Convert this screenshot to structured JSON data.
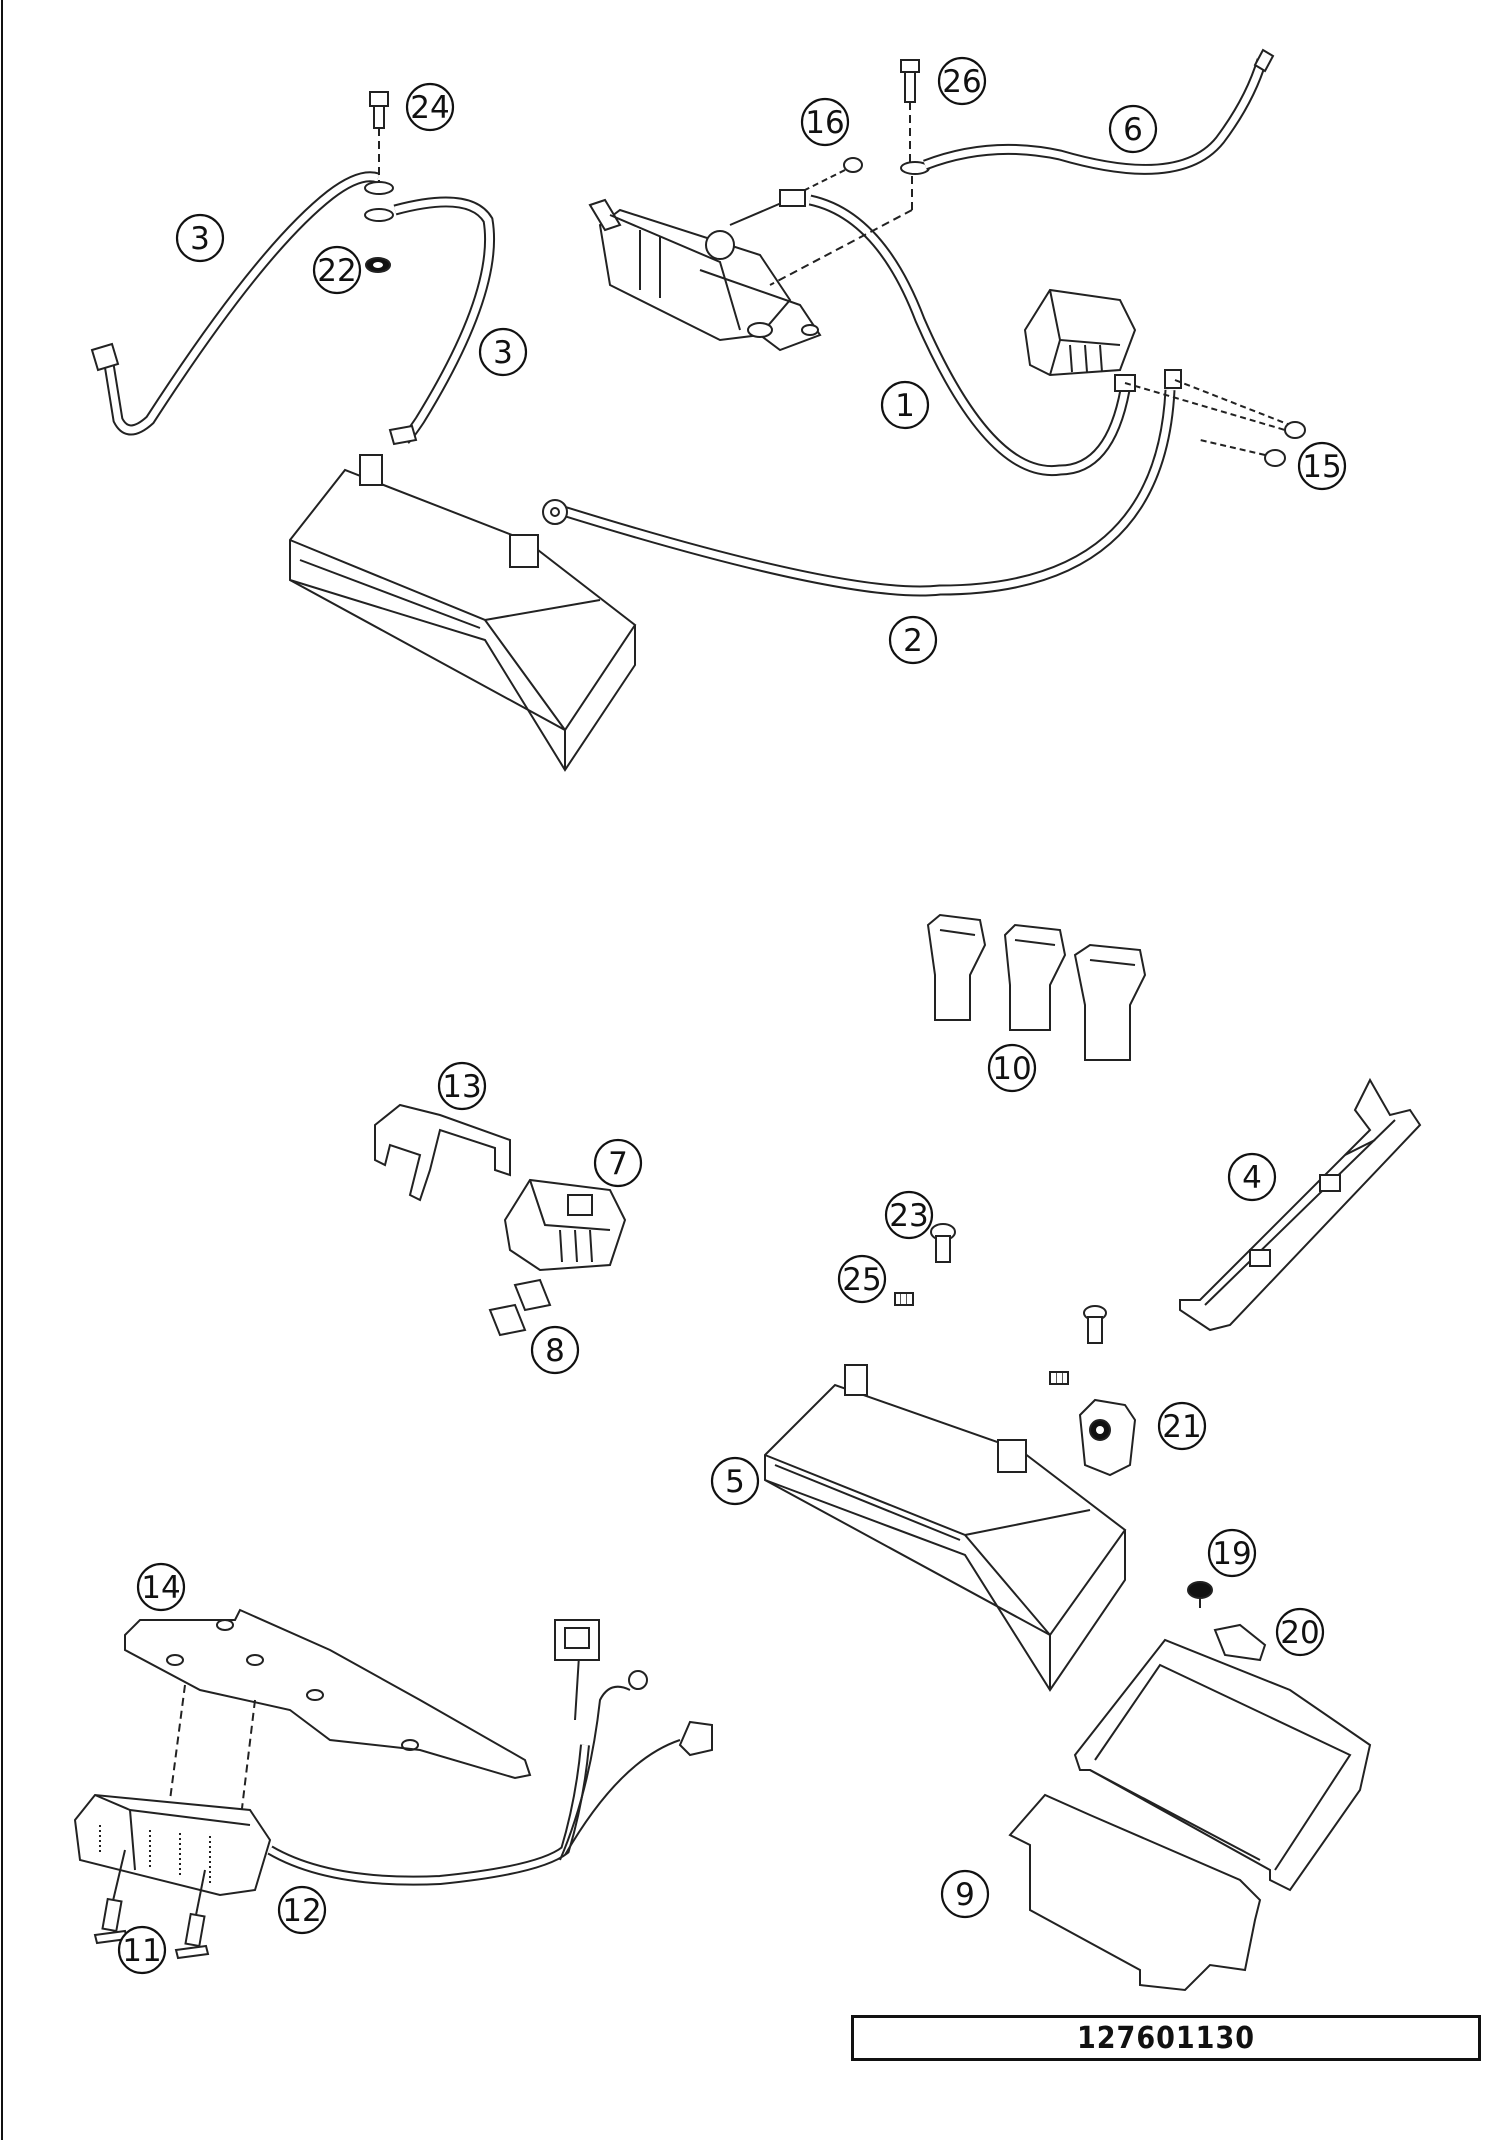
{
  "diagram": {
    "type": "exploded-parts-diagram",
    "part_labels": {
      "p1": "1",
      "p2": "2",
      "p3a": "3",
      "p3b": "3",
      "p4": "4",
      "p5": "5",
      "p6": "6",
      "p7": "7",
      "p8": "8",
      "p9": "9",
      "p10": "10",
      "p11": "11",
      "p12": "12",
      "p13": "13",
      "p14": "14",
      "p15": "15",
      "p16": "16",
      "p19": "19",
      "p20": "20",
      "p21": "21",
      "p22": "22",
      "p23": "23",
      "p24": "24",
      "p25": "25",
      "p26": "26"
    },
    "drawing_number": "127601130"
  },
  "colors": {
    "ink": "#111111",
    "paper": "#ffffff",
    "shade": "#bdbdbd"
  }
}
